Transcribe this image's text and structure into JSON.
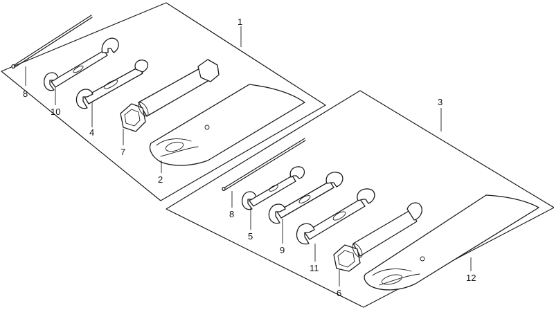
{
  "diagram": {
    "kit_a": {
      "callout": "1",
      "parts": {
        "pin": "8",
        "wrench_small": "10",
        "wrench_large": "4",
        "socket_wrench": "7",
        "tool_bag": "2"
      }
    },
    "kit_b": {
      "callout": "3",
      "parts": {
        "pin": "8",
        "wrench_small": "5",
        "wrench_medium": "9",
        "wrench_large": "11",
        "socket_wrench": "6",
        "tool_bag": "12"
      }
    }
  }
}
